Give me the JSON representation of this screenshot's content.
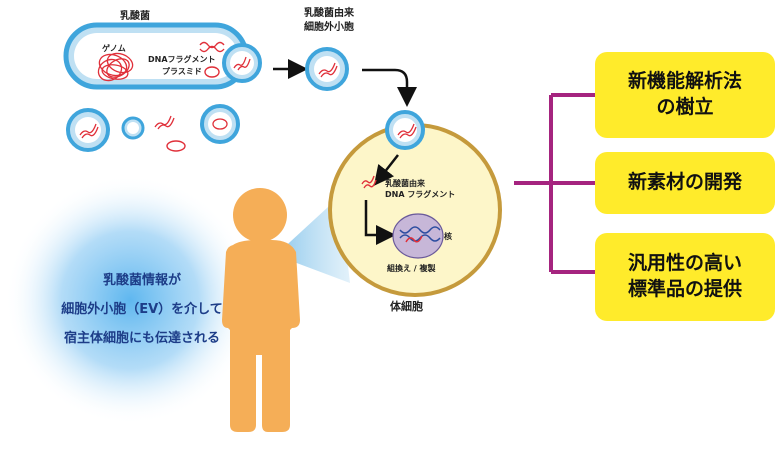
{
  "labels": {
    "lactic_bacteria": "乳酸菌",
    "genome": "ゲノム",
    "dna_fragment": "DNAフラグメント",
    "plasmid": "プラスミド",
    "ev_line1": "乳酸菌由来",
    "ev_line2": "細胞外小胞",
    "cell_dna_line1": "乳酸菌由来",
    "cell_dna_line2": "DNA フラグメント",
    "nucleus": "核",
    "recombination": "組換え / 複製",
    "somatic_cell": "体細胞"
  },
  "message": {
    "line1": "乳酸菌情報が",
    "line2": "細胞外小胞（EV）を介して",
    "line3": "宿主体細胞にも伝達される"
  },
  "outcomes": [
    {
      "line1": "新機能解析法",
      "line2": "の樹立"
    },
    {
      "line1": "新素材の開発",
      "line2": ""
    },
    {
      "line1": "汎用性の高い",
      "line2": "標準品の提供"
    }
  ],
  "colors": {
    "membrane_blue": "#3fa5dc",
    "dna_red": "#e0303a",
    "cell_fill": "#fdf6c9",
    "cell_border": "#c59a3c",
    "person": "#f5ae57",
    "bracket": "#a5247f",
    "box_yellow": "#ffeb2b",
    "text_blue": "#1d3d88"
  }
}
